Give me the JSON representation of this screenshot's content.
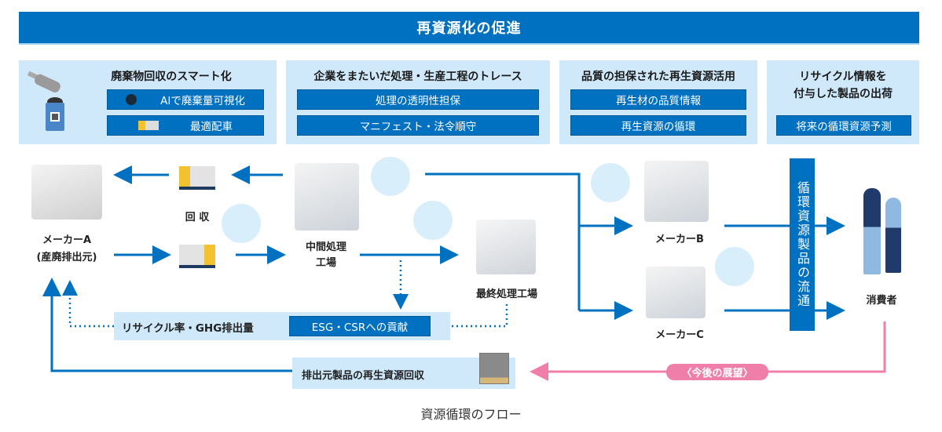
{
  "header": {
    "title": "再資源化の促進"
  },
  "panels": [
    {
      "title": "廃棄物回収のスマート化",
      "items": [
        "AIで廃棄量可視化",
        "最適配車"
      ]
    },
    {
      "title": "企業をまたいだ処理・生産工程のトレース",
      "items": [
        "処理の透明性担保",
        "マニフェスト・法令順守"
      ]
    },
    {
      "title": "品質の担保された再生資源活用",
      "items": [
        "再生材の品質情報",
        "再生資源の循環"
      ]
    },
    {
      "title_lines": [
        "リサイクル情報を",
        "付与した製品の出荷"
      ],
      "items": [
        "将来の循環資源予測"
      ]
    }
  ],
  "nodes": {
    "maker_a": [
      "メーカーA",
      "(産廃排出元)"
    ],
    "collection": "回 収",
    "intermediate": [
      "中間処理",
      "工場"
    ],
    "final": "最終処理工場",
    "maker_b": "メーカーB",
    "maker_c": "メーカーC",
    "consumer": "消費者"
  },
  "distribution_bar": "循環資源製品の流通",
  "metrics_box": {
    "label": "リサイクル率・GHG排出量",
    "pill": "ESG・CSRへの貢献"
  },
  "recovery_box": {
    "label": "排出元製品の再生資源回収"
  },
  "future_label": "〈今後の展望〉",
  "caption": "資源循環のフロー",
  "colors": {
    "primary": "#0070c0",
    "panel": "#cfe8fa",
    "pink": "#ef7fa8"
  }
}
